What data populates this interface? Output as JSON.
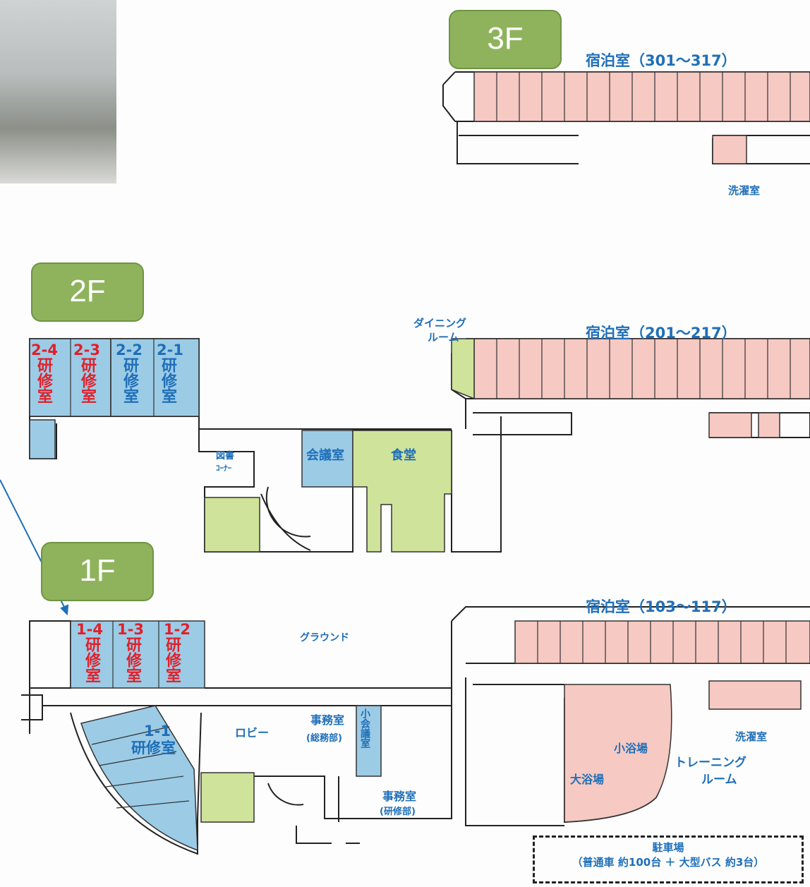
{
  "floors": {
    "f3": {
      "badge": "3F",
      "rooms_title": "宿泊室（301～317）",
      "laundry": "洗濯室"
    },
    "f2": {
      "badge": "2F",
      "rooms_title": "宿泊室（201～217）",
      "dining_line1": "ダイニング",
      "dining_line2": "ルーム",
      "training_rooms": [
        {
          "num": "2-4",
          "name": "研修室",
          "color": "red"
        },
        {
          "num": "2-3",
          "name": "研修室",
          "color": "red"
        },
        {
          "num": "2-2",
          "name": "研修室",
          "color": "blue"
        },
        {
          "num": "2-1",
          "name": "研修室",
          "color": "blue"
        }
      ],
      "library_line1": "図書",
      "library_line2": "ｺｰﾅｰ",
      "meeting_room": "会議室",
      "cafeteria": "食堂"
    },
    "f1": {
      "badge": "1F",
      "rooms_title": "宿泊室（103～117）",
      "ground": "グラウンド",
      "training_rooms": [
        {
          "num": "1-4",
          "name": "研修室"
        },
        {
          "num": "1-3",
          "name": "研修室"
        },
        {
          "num": "1-2",
          "name": "研修室"
        }
      ],
      "hall_num": "1-1",
      "hall_name": "研修室",
      "lobby": "ロビー",
      "office_general": "事務室",
      "office_general_sub": "(総務部)",
      "small_meeting": "小会議室",
      "office_training": "事務室",
      "office_training_sub": "(研修部)",
      "small_bath": "小浴場",
      "large_bath": "大浴場",
      "training_gym_line1": "トレーニング",
      "training_gym_line2": "ルーム",
      "laundry": "洗濯室"
    }
  },
  "parking": {
    "title": "駐車場",
    "detail": "（普通車 約100台 ＋ 大型バス 約3台）"
  },
  "colors": {
    "guest_room": "#f6c9c3",
    "training": "#9ccbe6",
    "green_area": "#cfe39a",
    "badge": "#8fb35c",
    "label_blue": "#1f6fb8",
    "label_red": "#e0202a"
  }
}
